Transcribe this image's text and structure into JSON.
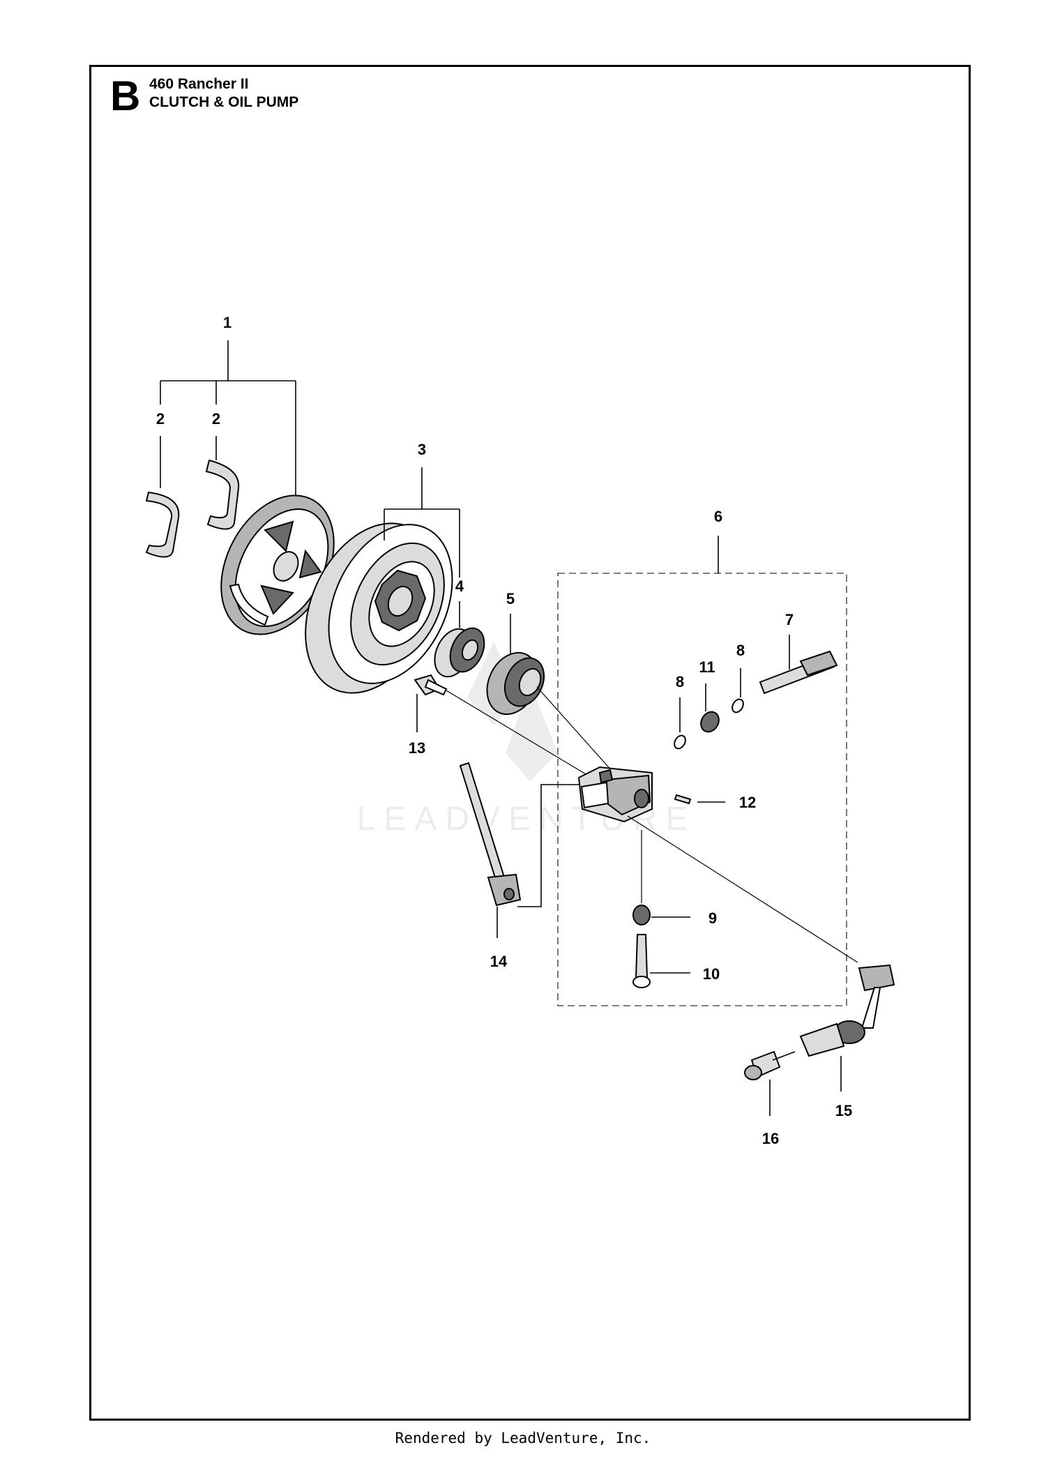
{
  "header": {
    "section_letter": "B",
    "model": "460 Rancher II",
    "title": "CLUTCH & OIL PUMP"
  },
  "watermark": "LEADVENTURE",
  "footer": "Rendered by LeadVenture, Inc.",
  "callouts": [
    "1",
    "2",
    "2",
    "3",
    "4",
    "5",
    "6",
    "7",
    "8",
    "8",
    "9",
    "10",
    "11",
    "12",
    "13",
    "14",
    "15",
    "16"
  ]
}
